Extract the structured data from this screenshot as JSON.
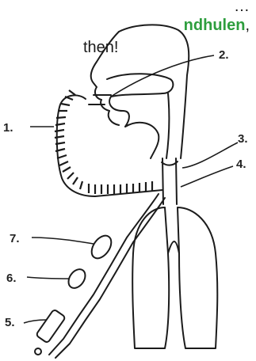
{
  "caption": {
    "line1_fragment": "…",
    "line2_highlight": "ndhulen",
    "line2_suffix": ",",
    "line3": "then!",
    "highlight_color": "#2e9e3e"
  },
  "labels": [
    {
      "id": "1",
      "text": "1."
    },
    {
      "id": "2",
      "text": "2."
    },
    {
      "id": "3",
      "text": "3."
    },
    {
      "id": "4",
      "text": "4."
    },
    {
      "id": "5",
      "text": "5."
    },
    {
      "id": "6",
      "text": "6."
    },
    {
      "id": "7",
      "text": "7."
    }
  ]
}
